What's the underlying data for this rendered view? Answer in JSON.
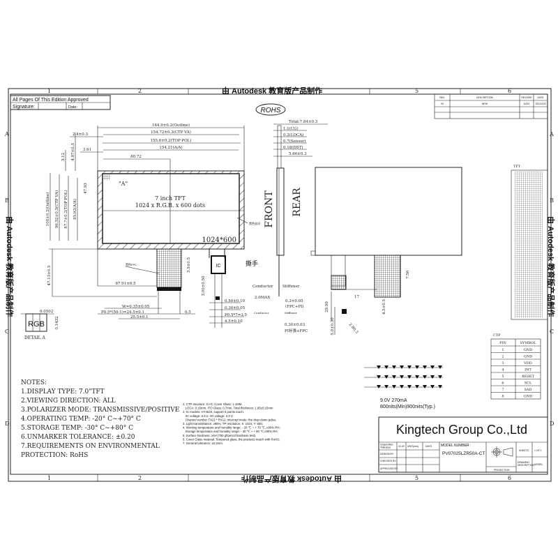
{
  "watermark": "由 Autodesk 教育版产品制作",
  "zones": {
    "top": [
      "1",
      "2",
      "5",
      "6"
    ],
    "side": [
      "A",
      "B",
      "C",
      "D"
    ]
  },
  "approval": {
    "title": "All Pages Of This Edition Approved",
    "signature_label": "Signature:",
    "date_label": "Date:"
  },
  "rohs_badge": "ROHS",
  "revision_table": {
    "headers": [
      "REV.",
      "DESCRIPTION",
      "REVISER",
      "DATE"
    ],
    "rows": [
      [
        "V0",
        "NEW",
        "ALEX",
        "20211100"
      ]
    ]
  },
  "front_view": {
    "title": "7 inch TFT",
    "resolution": "1024 x R.G.B. x 600 dots",
    "corner_label": "1024*600",
    "detail_marker": "\"A\"",
    "dims_top": [
      "164.9±0.2(Outline)",
      "154.72±0.3(CTP VA)",
      "155.6±0.2(TOP POL)",
      "154.21(A/A)",
      "80.72"
    ],
    "dims_left_small": [
      "2.4±0.3",
      "3.61",
      "3.12",
      "4.97±0.3",
      "47.93"
    ],
    "dims_vertical": [
      "100±0.2(Outline)",
      "96.52±0.3(CTP VA)",
      "87.7±0.2(TOP POL)",
      "85.92(A/A)"
    ],
    "dims_bottom": [
      "47.13±0.5",
      "67.91±0.5",
      "3.5±0.5",
      "W=0.35±0.05",
      "P0.5*(50-1)=24.5±0.1",
      "25.5±0.1",
      "0.5"
    ],
    "ic_label": "IC",
    "ic_dims": [
      "3.00±0.50",
      "0.50±0.10",
      "0.30±0.05",
      "P0.5*7=3.5",
      "4.5±0.10"
    ],
    "tab_label": "撕手",
    "ink_label": "黑色丝印",
    "fpc_label": "黑色FPC"
  },
  "detail_a": {
    "title": "DETAIL A",
    "label": "RGB",
    "dim_w": "0.0502",
    "dim_h": "0.1432"
  },
  "side_view": {
    "front": "FRONT",
    "rear": "REAR",
    "stack": [
      "Total:7.84±0.3",
      "1.1(CG)",
      "0.2(LOCA)",
      "0.7(Sensor)",
      "0.18(DST)",
      "5.66±0.3"
    ],
    "conductor": "Conductor",
    "stiffener": "Stiffener",
    "dims": [
      "2.0MAX",
      "0.3±0.05",
      "(FPC+PI)",
      "0.30±0.03",
      "PI补强+FPC"
    ]
  },
  "rear_view": {
    "dims": [
      "7.56",
      "17",
      "29.99",
      "4.5±0.5",
      "2.80.3",
      "5.0±0.30"
    ]
  },
  "tft_table": {
    "title": "TFT"
  },
  "ctp_table": {
    "title": "CTP",
    "headers": [
      "PIN",
      "SYMBOL"
    ],
    "rows": [
      [
        "1",
        "GND"
      ],
      [
        "2",
        "GND"
      ],
      [
        "3",
        "VDD"
      ],
      [
        "4",
        "INT"
      ],
      [
        "5",
        "RESET"
      ],
      [
        "6",
        "SCL"
      ],
      [
        "7",
        "SAD"
      ],
      [
        "8",
        "GND"
      ]
    ]
  },
  "backlight": {
    "voltage": "9.0V 270mA",
    "brightness": "800nits(Min)900nits(Typ.)"
  },
  "notes": {
    "title": "NOTES:",
    "items": [
      "1.DISPLAY TYPE:  7.0\"TFT",
      "2.VIEWING DIRECTION: ALL",
      "3.POLARIZER MODE: TRANSMISSIVE/POSITIVE",
      "4.OPERATING TEMP: -20° C~+70° C",
      "5.STORAGE TEMP: -30° C~+80° C",
      "6.UNMARKER TOLERANCE: ±0.20",
      "7.REQUIREMENTS ON ENVIRONMENTAL",
      "PROTECTION: RoHS"
    ]
  },
  "ctp_notes": [
    "1. CTP structure: G+G; Cover Glass: 1.1MM,",
    "   LOCA: 0.15mm, ITO Glass: 0.7mm, Total thickness: 1.95±0.15mm",
    "2. IC models: HY4633, support 5 points touch,",
    "   IIC voltage: 3.3 V, I/O voltage: 3.3 V.",
    "   Channel number TX21 * RX12; interrupt mode: the drop-down pulse;",
    "3. Light transmittance: ≥85%; TP resolution: X: 1024, Y: 600;",
    "4. Working temperature and humidity range: - 20 ℃ ~ + 70 ℃, ≤90% RH;",
    "   Storage temperature and humidity range: - 30 ℃ ~ + 80 ℃,≤90% RH;",
    "5. Surface hardness: ≥6H (750 gf/pencil hardness test)",
    "6. Cover Glass material: Tempered glass, the products match with RoHS;",
    "7. General tolerance: ±0.2mm."
  ],
  "title_block": {
    "company": "Kingtech Group Co.,Ltd",
    "left_rows": [
      [
        "Unspecified Tolerance",
        "±0.20",
        "UNIT(mm)",
        "DATE"
      ],
      [
        "DESIGN BY:",
        "",
        "",
        ""
      ],
      [
        "CHECKED BY:",
        "",
        "",
        ""
      ],
      [
        "APPROVED BY:",
        "",
        "",
        ""
      ]
    ],
    "model_label": "MODEL NUMBER :",
    "model_number": "PV07025LZR50A-CT",
    "projection_label": "PROJECTION",
    "sheets_label": "SHEETS",
    "sheets_value": "1 OF 1",
    "drawing_label": "DRAWING DESCRIPTION",
    "drawing_value": "MODEL"
  }
}
